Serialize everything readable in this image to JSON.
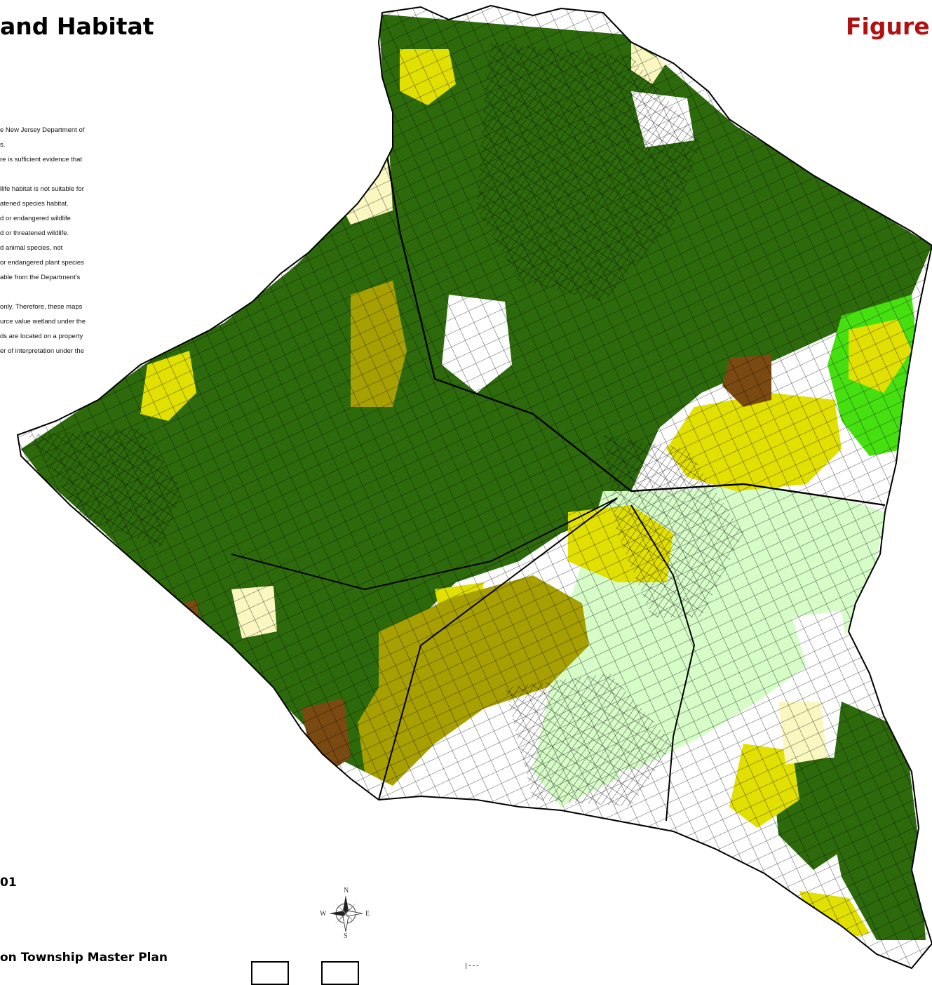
{
  "header": {
    "title_left": "and Habitat",
    "title_right": "Figure"
  },
  "notes": [
    "e New Jersey Department of",
    "s.",
    "re is sufficient evidence that",
    "",
    "llife habitat is not suitable for",
    "atened species habitat.",
    "d or endangered wildlife",
    "d or threatened wildlife.",
    "d animal species, not",
    "or endangered plant species",
    "able from the Department's",
    "",
    "only. Therefore, these maps",
    "urce value wetland under the",
    "ds are located on a property",
    "er of interpretation under the"
  ],
  "footer": {
    "date_fragment": "01",
    "plan_title": "on Township Master Plan"
  },
  "compass": {
    "n": "N",
    "s": "S",
    "e": "E",
    "w": "W"
  },
  "scale": {
    "label": "|---"
  },
  "map": {
    "colors": {
      "forest": "#2d6a0c",
      "wetland_yellow": "#e2e000",
      "pale_yellow": "#fbf7c0",
      "olive": "#a8a000",
      "brown": "#7a4a12",
      "light_green": "#d6fcc8",
      "bright_green": "#46e010",
      "parcel_line": "#000000",
      "background": "#ffffff"
    }
  }
}
